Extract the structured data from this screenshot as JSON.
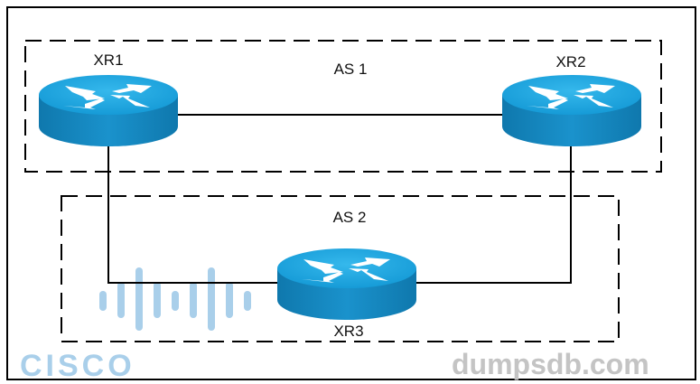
{
  "diagram": {
    "areas": [
      {
        "id": "as1",
        "label": "AS 1"
      },
      {
        "id": "as2",
        "label": "AS 2"
      }
    ],
    "routers": [
      {
        "id": "xr1",
        "label": "XR1"
      },
      {
        "id": "xr2",
        "label": "XR2"
      },
      {
        "id": "xr3",
        "label": "XR3"
      }
    ],
    "links": [
      {
        "from": "XR1",
        "to": "XR2"
      },
      {
        "from": "XR1",
        "to": "XR3"
      },
      {
        "from": "XR2",
        "to": "XR3"
      }
    ],
    "colors": {
      "router_top": "#1ea3dc",
      "router_side": "#1283bd",
      "arrow": "#ffffff",
      "line": "#000000"
    }
  },
  "watermarks": {
    "site": "dumpsdb.com",
    "logo": "CISCO"
  }
}
